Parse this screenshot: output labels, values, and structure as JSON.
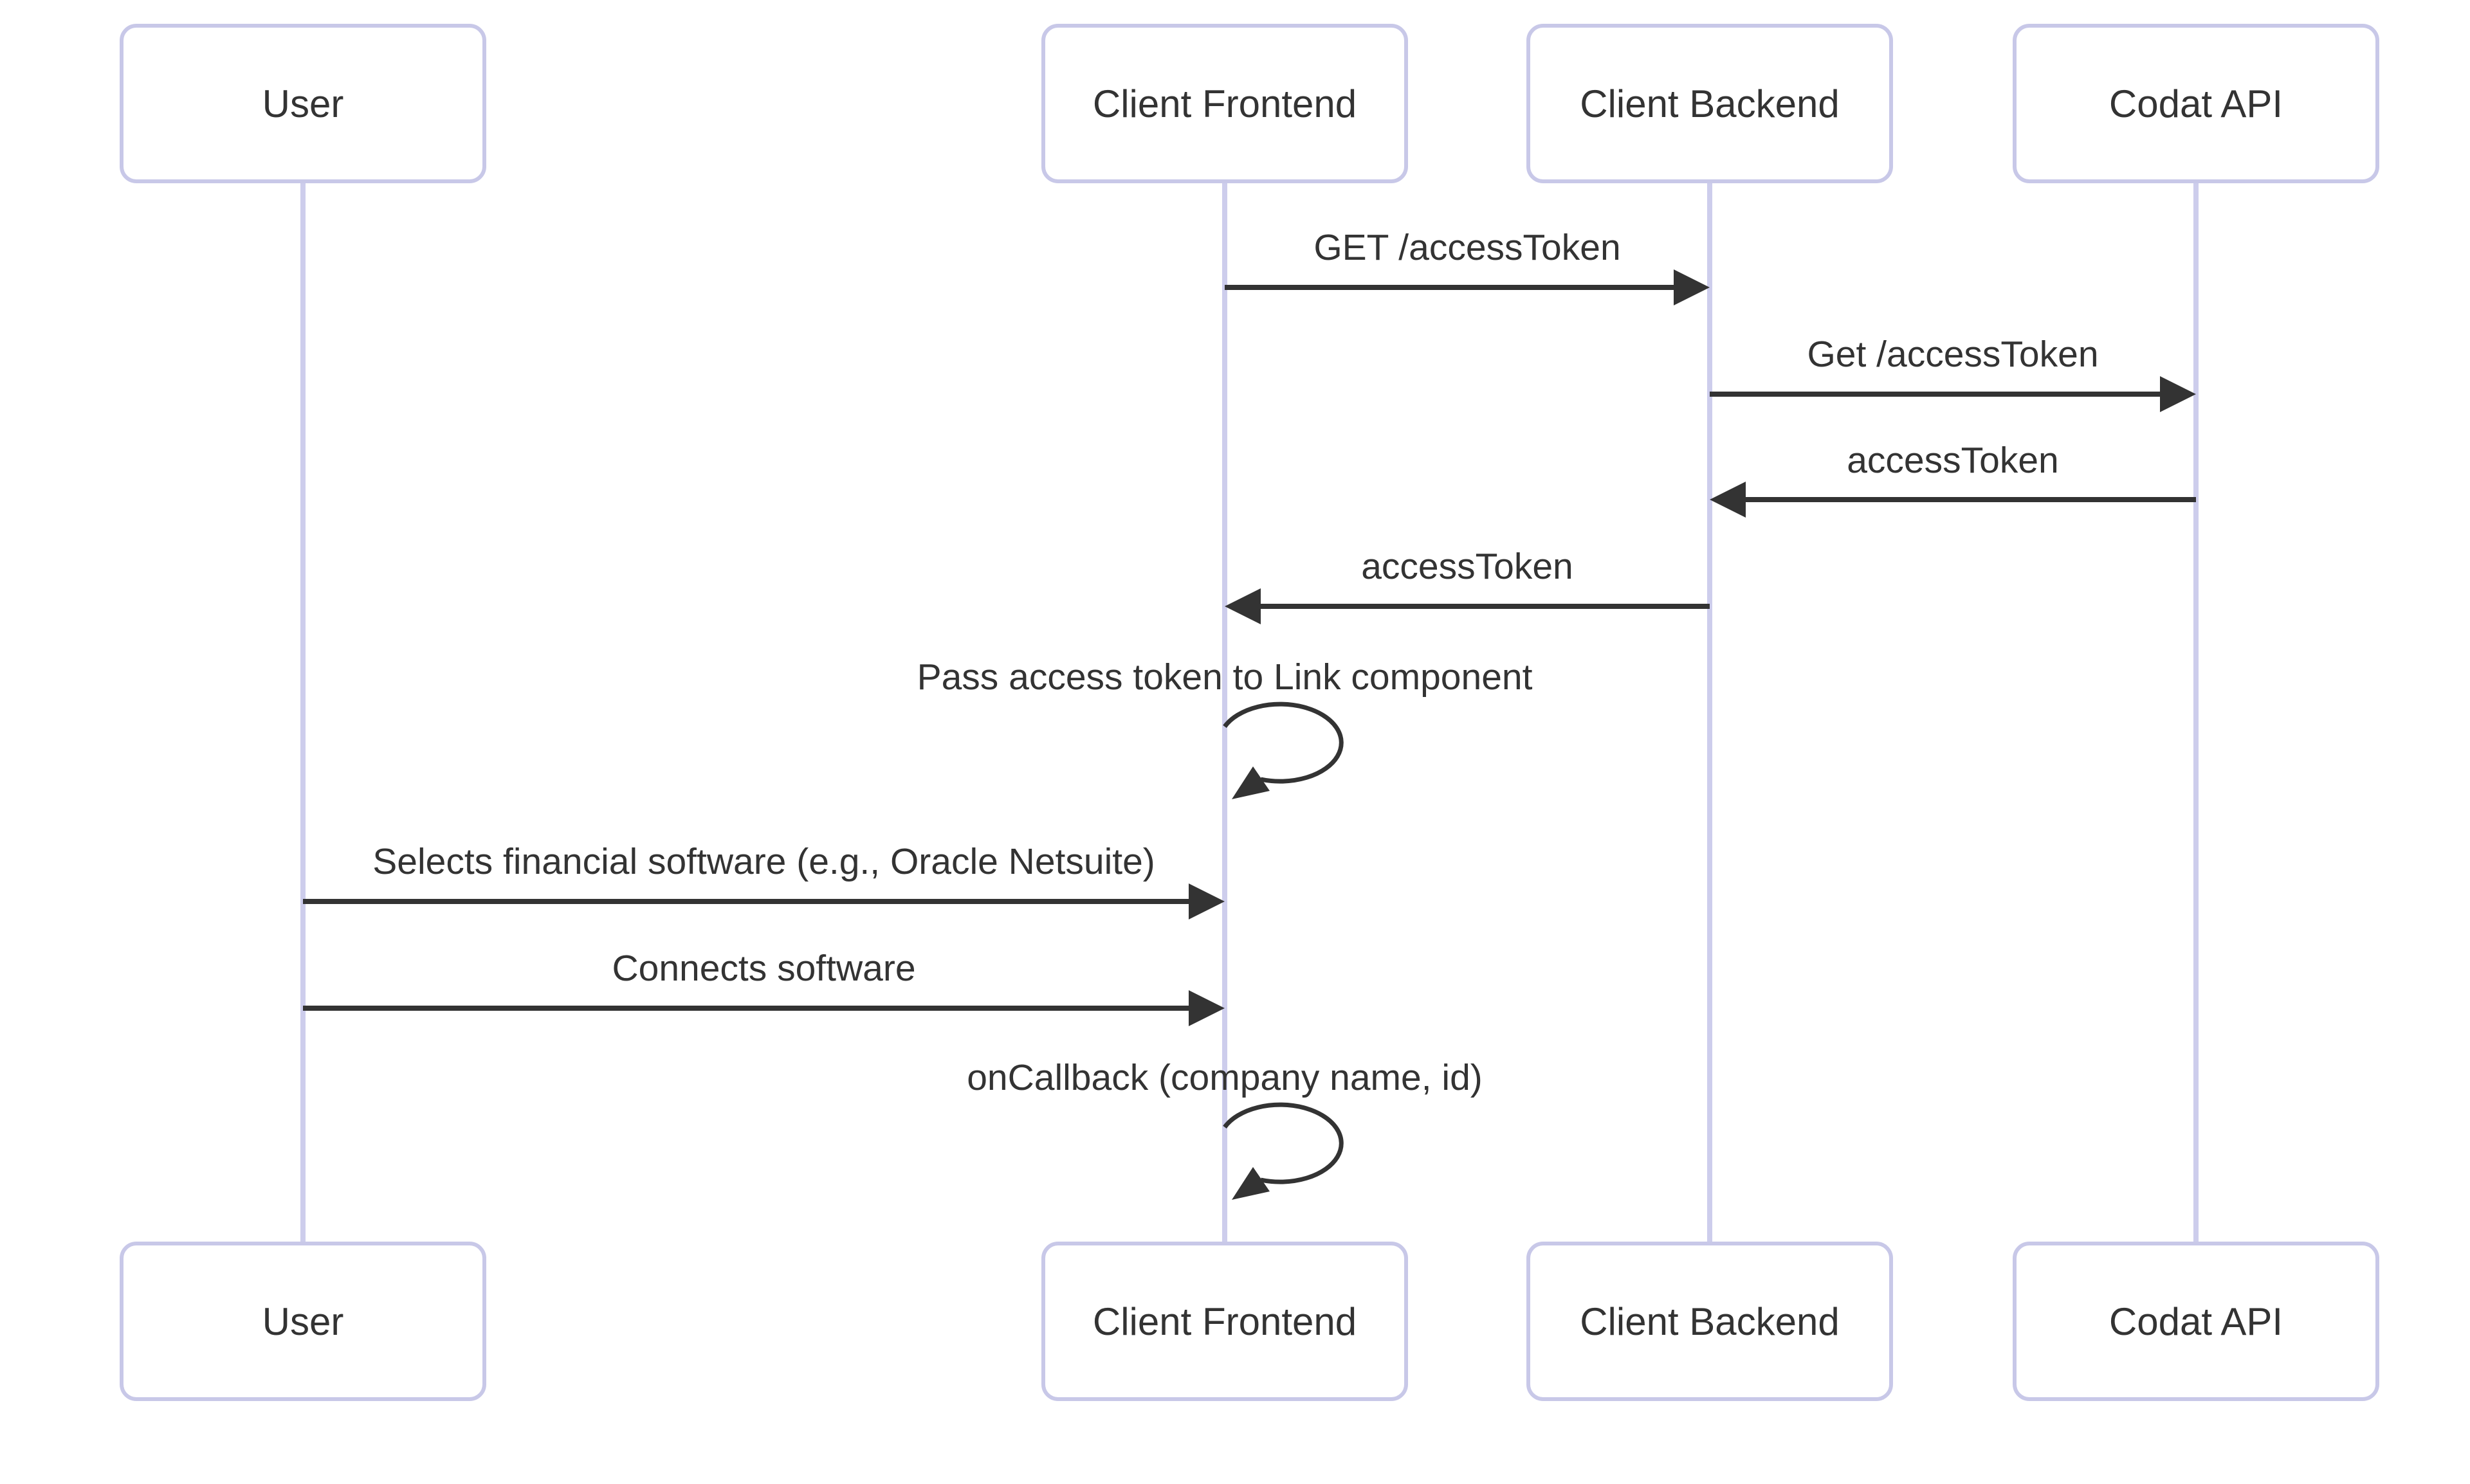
{
  "diagram": {
    "type": "sequence-diagram",
    "actors": [
      {
        "id": "user",
        "label": "User"
      },
      {
        "id": "client-frontend",
        "label": "Client Frontend"
      },
      {
        "id": "client-backend",
        "label": "Client Backend"
      },
      {
        "id": "codat-api",
        "label": "Codat API"
      }
    ],
    "messages": [
      {
        "from": "client-frontend",
        "to": "client-backend",
        "direction": "right",
        "line": "solid",
        "label": "GET /accessToken"
      },
      {
        "from": "client-backend",
        "to": "codat-api",
        "direction": "right",
        "line": "solid",
        "label": "Get /accessToken"
      },
      {
        "from": "codat-api",
        "to": "client-backend",
        "direction": "left",
        "line": "solid",
        "label": "accessToken"
      },
      {
        "from": "client-backend",
        "to": "client-frontend",
        "direction": "left",
        "line": "solid",
        "label": "accessToken"
      },
      {
        "from": "client-frontend",
        "to": "client-frontend",
        "direction": "self",
        "line": "solid",
        "label": "Pass access token to Link component"
      },
      {
        "from": "user",
        "to": "client-frontend",
        "direction": "right",
        "line": "solid",
        "label": "Selects financial software (e.g., Oracle Netsuite)"
      },
      {
        "from": "user",
        "to": "client-frontend",
        "direction": "right",
        "line": "solid",
        "label": "Connects software"
      },
      {
        "from": "client-frontend",
        "to": "client-frontend",
        "direction": "self",
        "line": "solid",
        "label": "onCallback (company name, id)"
      }
    ],
    "colors": {
      "background": "#ffffff",
      "actor_fill": "#ffffff",
      "actor_border": "#c8c8e8",
      "lifeline": "#cdcdec",
      "arrow": "#333333",
      "text": "#333333"
    }
  }
}
